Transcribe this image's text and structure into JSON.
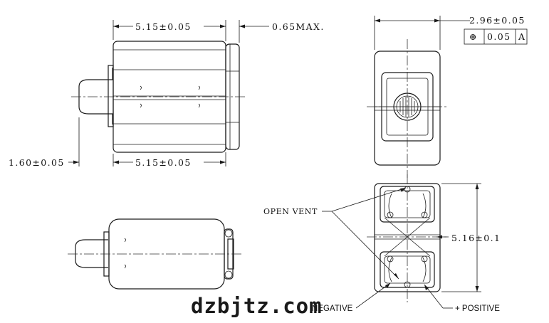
{
  "dimensions": {
    "top_width": "5.15±0.05",
    "cap_max": "0.65MAX.",
    "terminal_length": "1.60±0.05",
    "bottom_width": "5.15±0.05",
    "diameter": "2.96±0.05",
    "height": "5.16±0.1"
  },
  "tolerance_frame": {
    "symbol": "⊕",
    "value": "0.05",
    "datum": "A"
  },
  "labels": {
    "open_vent": "OPEN VENT",
    "negative": "NEGATIVE",
    "positive": "+ POSITIVE"
  },
  "watermark": "dzbjtz.com"
}
